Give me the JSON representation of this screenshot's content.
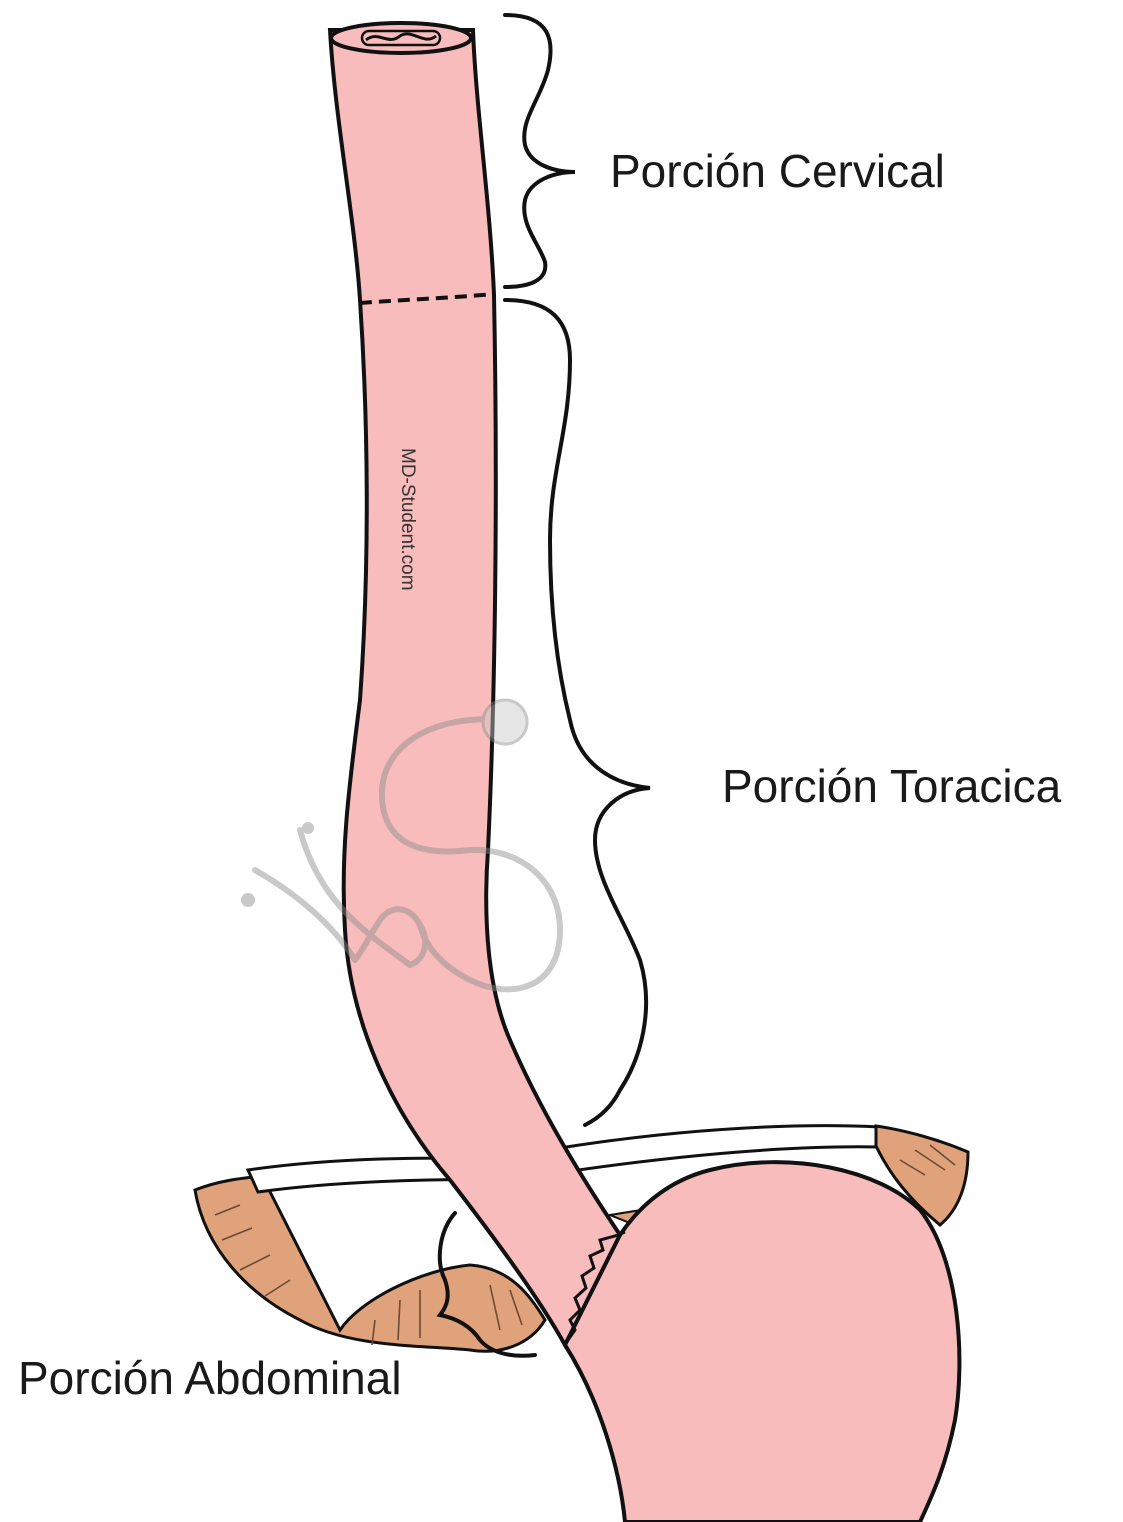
{
  "labels": {
    "cervical": "Porción Cervical",
    "toracica": "Porción Toracica",
    "abdominal": "Porción Abdominal"
  },
  "watermark": "MD-Student.com",
  "colors": {
    "esophagus": "#f9bcbc",
    "diaphragm_muscle": "#dfa27a",
    "outline": "#111111",
    "stethoscope": "#9a9a9a"
  }
}
